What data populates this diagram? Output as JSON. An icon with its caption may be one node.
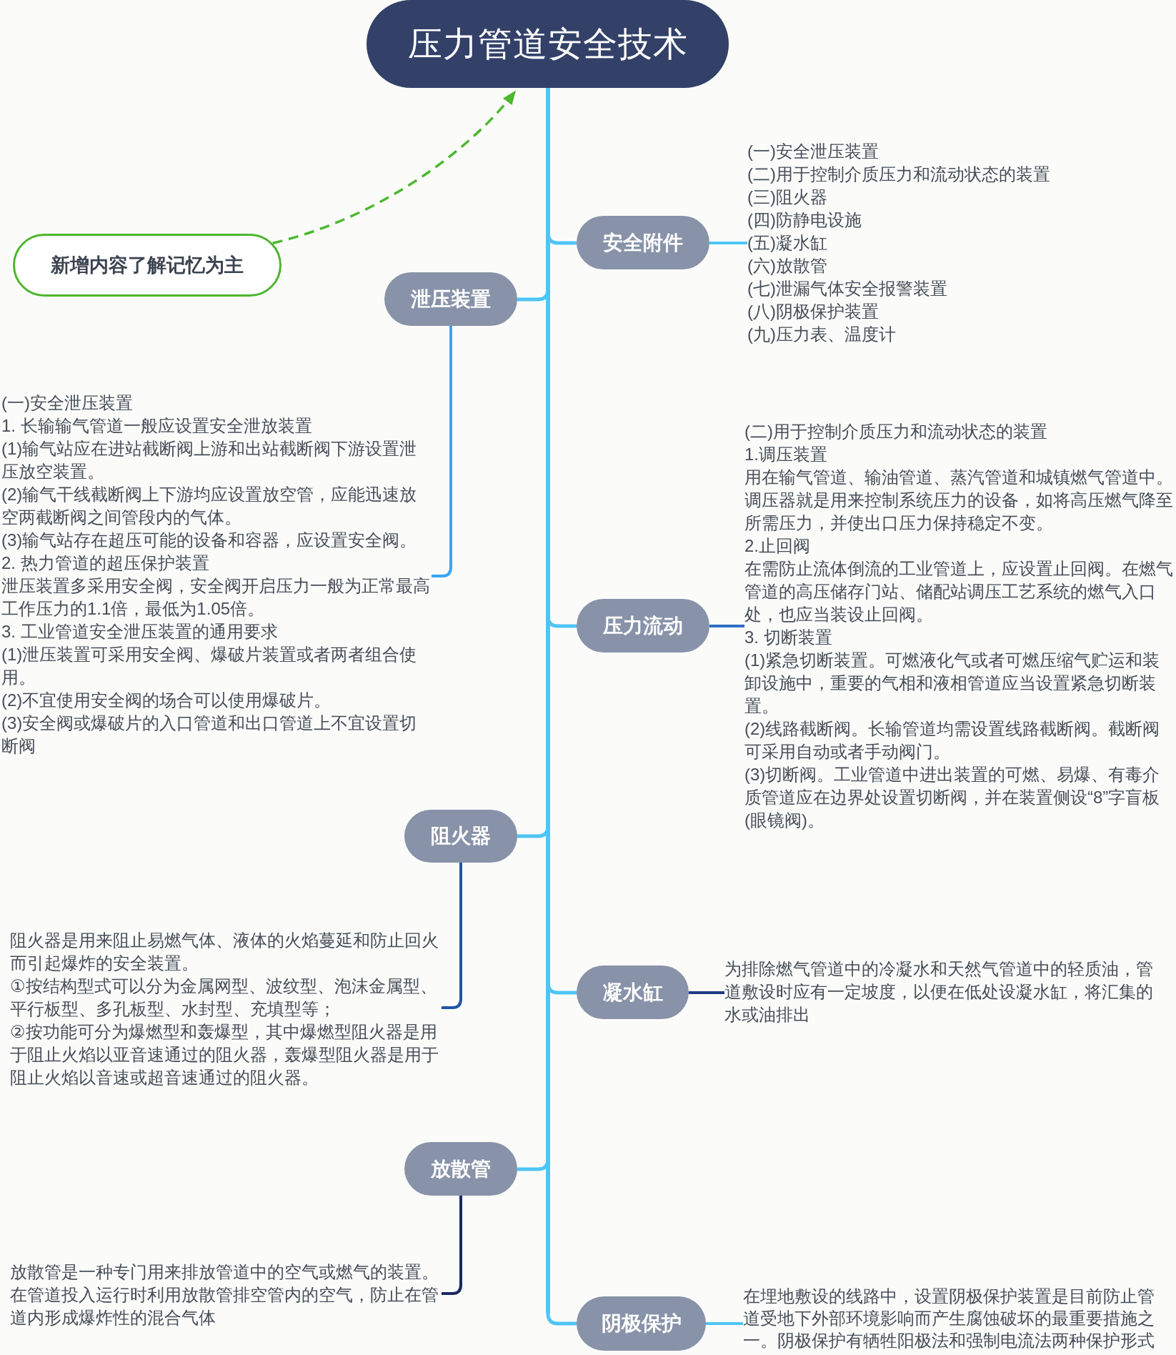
{
  "diagram": {
    "nodes": [
      {
        "text": [
          "压力管道安全技术"
        ]
      },
      {
        "text": [
          "新增内容了解记忆为主"
        ]
      },
      {
        "text": [
          "安全附件"
        ]
      },
      {
        "text": [
          "(一)安全泄压装置",
          "(二)用于控制介质压力和流动状态的装置",
          "(三)阻火器",
          "(四)防静电设施",
          "(五)凝水缸",
          "(六)放散管",
          "(七)泄漏气体安全报警装置",
          "(八)阴极保护装置",
          "(九)压力表、温度计"
        ]
      },
      {
        "text": [
          "泄压装置"
        ]
      },
      {
        "text": [
          "(一)安全泄压装置",
          "1. 长输输气管道一般应设置安全泄放装置",
          "(1)输气站应在进站截断阀上游和出站截断阀下游设置泄压放空装置。",
          "(2)输气干线截断阀上下游均应设置放空管，应能迅速放空两截断阀之间管段内的气体。",
          "(3)输气站存在超压可能的设备和容器，应设置安全阀。",
          "2. 热力管道的超压保护装置",
          "泄压装置多采用安全阀，安全阀开启压力一般为正常最高工作压力的1.1倍，最低为1.05倍。",
          "3. 工业管道安全泄压装置的通用要求",
          "(1)泄压装置可采用安全阀、爆破片装置或者两者组合使用。",
          "(2)不宜使用安全阀的场合可以使用爆破片。",
          "(3)安全阀或爆破片的入口管道和出口管道上不宜设置切断阀"
        ]
      },
      {
        "text": [
          "压力流动"
        ]
      },
      {
        "text": [
          "(二)用于控制介质压力和流动状态的装置",
          "1.调压装置",
          "用在输气管道、输油管道、蒸汽管道和城镇燃气管道中。",
          "调压器就是用来控制系统压力的设备，如将高压燃气降至所需压力，并使出口压力保持稳定不变。",
          "2.止回阀",
          "在需防止流体倒流的工业管道上，应设置止回阀。在燃气管道的高压储存门站、储配站调压工艺系统的燃气入口处，也应当装设止回阀。",
          "3. 切断装置",
          "(1)紧急切断装置。可燃液化气或者可燃压缩气贮运和装卸设施中，重要的气相和液相管道应当设置紧急切断装置。",
          "(2)线路截断阀。长输管道均需设置线路截断阀。截断阀可采用自动或者手动阀门。",
          "(3)切断阀。工业管道中进出装置的可燃、易爆、有毒介质管道应在边界处设置切断阀，并在装置侧设“8”字盲板(眼镜阀)。"
        ]
      },
      {
        "text": [
          "阻火器"
        ]
      },
      {
        "text": [
          "阻火器是用来阻止易燃气体、液体的火焰蔓延和防止回火而引起爆炸的安全装置。",
          "①按结构型式可以分为金属网型、波纹型、泡沫金属型、平行板型、多孔板型、水封型、充填型等；",
          "②按功能可分为爆燃型和轰爆型，其中爆燃型阻火器是用于阻止火焰以亚音速通过的阻火器，轰爆型阻火器是用于阻止火焰以音速或超音速通过的阻火器。"
        ]
      },
      {
        "text": [
          "凝水缸"
        ]
      },
      {
        "text": [
          "为排除燃气管道中的冷凝水和天然气管道中的轻质油，管道敷设时应有一定坡度，以便在低处设凝水缸，将汇集的水或油排出"
        ]
      },
      {
        "text": [
          "放散管"
        ]
      },
      {
        "text": [
          "放散管是一种专门用来排放管道中的空气或燃气的装置。",
          "在管道投入运行时利用放散管排空管内的空气，防止在管道内形成爆炸性的混合气体"
        ]
      },
      {
        "text": [
          "阴极保护"
        ]
      },
      {
        "text": [
          "在埋地敷设的线路中，设置阴极保护装置是目前防止管道受地下外部环境影响而产生腐蚀破坏的最重要措施之一。阴极保护有牺牲阳极法和强制电流法两种保护形式"
        ]
      }
    ],
    "edges": [
      {
        "from": 0,
        "to": 2,
        "arrow": "none"
      },
      {
        "from": 2,
        "to": 3,
        "arrow": "none"
      },
      {
        "from": 0,
        "to": 4,
        "arrow": "none"
      },
      {
        "from": 4,
        "to": 5,
        "arrow": "none",
        "color": "#3aa6ee"
      },
      {
        "from": 0,
        "to": 6,
        "arrow": "none"
      },
      {
        "from": 6,
        "to": 7,
        "arrow": "none",
        "color": "#2e6fc6"
      },
      {
        "from": 0,
        "to": 8,
        "arrow": "none"
      },
      {
        "from": 8,
        "to": 9,
        "arrow": "none",
        "color": "#1f55a8"
      },
      {
        "from": 0,
        "to": 10,
        "arrow": "none"
      },
      {
        "from": 10,
        "to": 11,
        "arrow": "none",
        "color": "#1e3a82"
      },
      {
        "from": 0,
        "to": 12,
        "arrow": "none"
      },
      {
        "from": 12,
        "to": 13,
        "arrow": "none",
        "color": "#1b2860"
      },
      {
        "from": 0,
        "to": 14,
        "arrow": "none"
      },
      {
        "from": 14,
        "to": 15,
        "arrow": "none"
      },
      {
        "from": 1,
        "to": 0,
        "arrow": "to",
        "style": "dashed",
        "color": "#4cb82f"
      }
    ]
  }
}
